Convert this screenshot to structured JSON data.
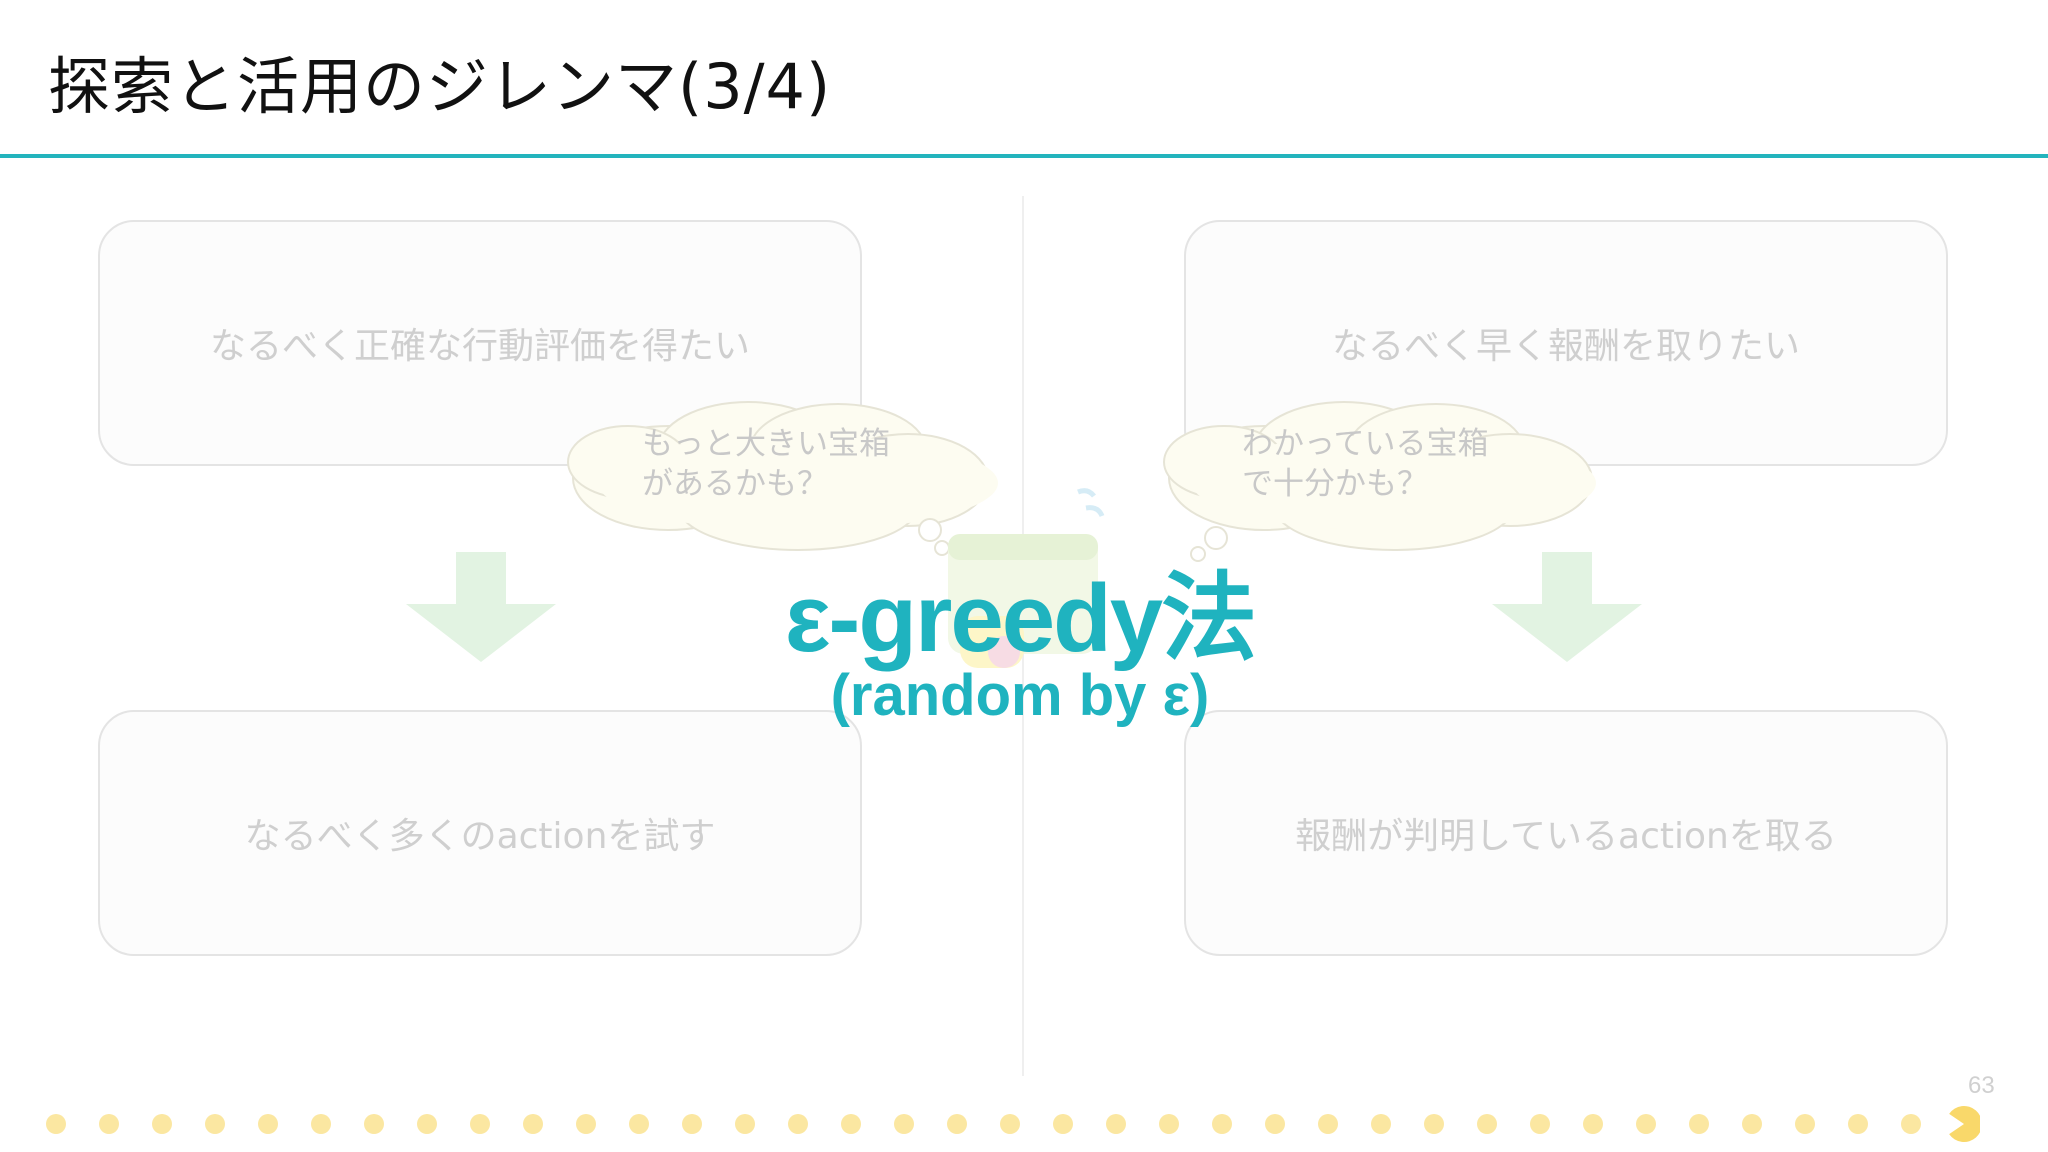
{
  "slide": {
    "title": "探索と活用のジレンマ(3/4)",
    "page_number": "63"
  },
  "left": {
    "top_box": "なるべく正確な行動評価を得たい",
    "bottom_box": "なるべく多くのactionを試す",
    "thought_line1": "もっと大きい宝箱",
    "thought_line2": "があるかも？"
  },
  "right": {
    "top_box": "なるべく早く報酬を取りたい",
    "bottom_box": "報酬が判明しているactionを取る",
    "thought_line1": "わかっている宝箱",
    "thought_line2": "で十分かも？"
  },
  "overlay": {
    "method": "ε-greedy法",
    "method_detail": "(random by ε)"
  },
  "progress": {
    "position": 37,
    "total_dots": 36,
    "dot_color": "#fbe7a1",
    "pacman_color": "#f9d86a"
  },
  "colors": {
    "accent": "#23b4bd",
    "method_text": "#1fb3bf",
    "faded_text": "#cfcfcf",
    "arrow": "#e2f3e2"
  }
}
